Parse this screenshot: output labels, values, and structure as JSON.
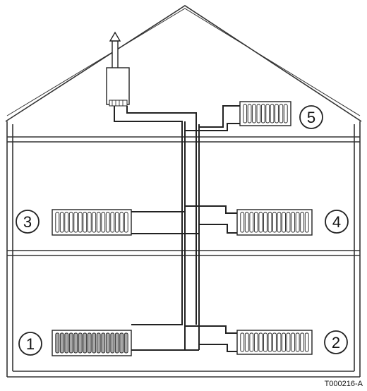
{
  "diagram": {
    "labels": [
      "1",
      "2",
      "3",
      "4",
      "5"
    ],
    "reference": "T000216-A",
    "colors": {
      "line": "#222222",
      "background": "#ffffff",
      "radiator_1_fill": "#a8a8a8",
      "radiator_fill": "#ffffff"
    }
  }
}
